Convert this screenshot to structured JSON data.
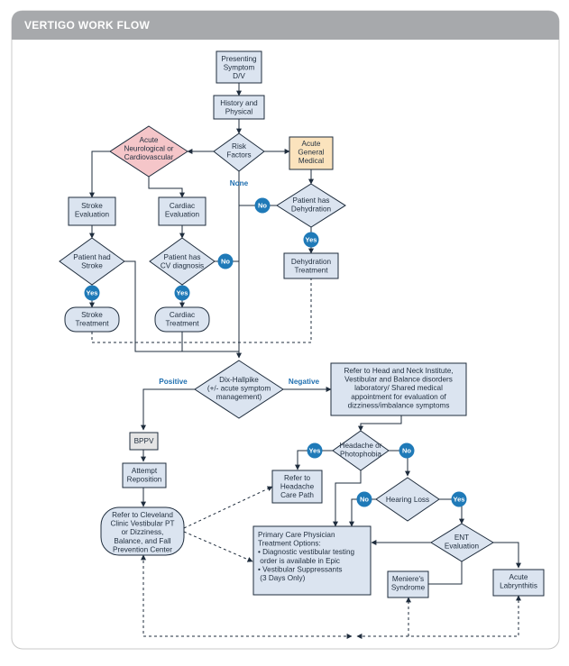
{
  "title": "VERTIGO WORK FLOW",
  "nodes": {
    "presenting": [
      "Presenting",
      "Symptom",
      "D/V"
    ],
    "history": [
      "History and",
      "Physical"
    ],
    "risk": [
      "Risk",
      "Factors"
    ],
    "acute_neuro": [
      "Acute",
      "Neurological or",
      "Cardiovascular"
    ],
    "acute_general": [
      "Acute",
      "General",
      "Medical"
    ],
    "stroke_eval": [
      "Stroke",
      "Evaluation"
    ],
    "cardiac_eval": [
      "Cardiac",
      "Evaluation"
    ],
    "patient_dehydration": [
      "Patient has",
      "Dehydration"
    ],
    "patient_stroke": [
      "Patient had",
      "Stroke"
    ],
    "cv_diagnosis": [
      "Patient has",
      "CV diagnosis"
    ],
    "dehydration_treatment": [
      "Dehydration",
      "Treatment"
    ],
    "stroke_treatment": [
      "Stroke",
      "Treatment"
    ],
    "cardiac_treatment": [
      "Cardiac",
      "Treatment"
    ],
    "dix_hallpike": [
      "Dix-Hallpike",
      "(+/- acute symptom",
      "management)"
    ],
    "refer_head_neck": [
      "Refer to Head and Neck Institute,",
      "Vestibular and Balance disorders",
      "laboratory/ Shared medical",
      "appointment for evaluation of",
      "dizziness/imbalance symptoms"
    ],
    "bppv": [
      "BPPV"
    ],
    "attempt_reposition": [
      "Attempt",
      "Reposition"
    ],
    "headache_photophobia": [
      "Headache or",
      "Photophobia"
    ],
    "refer_headache": [
      "Refer to",
      "Headache",
      "Care Path"
    ],
    "hearing_loss": [
      "Hearing Loss"
    ],
    "refer_cleveland": [
      "Refer to Cleveland",
      "Clinic Vestibular PT",
      "or Dizziness,",
      "Balance, and Fall",
      "Prevention Center"
    ],
    "ent_eval": [
      "ENT",
      "Evaluation"
    ],
    "primary_care": [
      "Primary Care Physician",
      "Treatment Options:",
      "•  Diagnostic vestibular testing",
      "    order is available in Epic",
      "•  Vestibular Suppressants",
      "    (3 Days Only)"
    ],
    "menieres": [
      "Meniere's",
      "Syndrome"
    ],
    "acute_labyrinthitis": [
      "Acute",
      "Labrynthitis"
    ]
  },
  "edge_labels": {
    "none": "None",
    "positive": "Positive",
    "negative": "Negative",
    "yes": "Yes",
    "no": "No"
  }
}
